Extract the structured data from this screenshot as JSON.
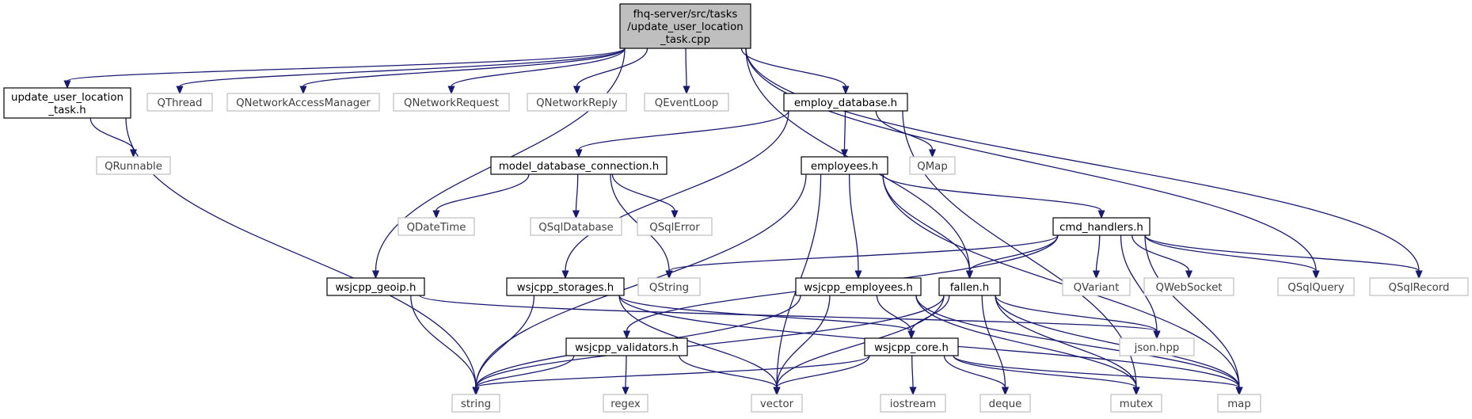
{
  "colors": {
    "edge": "#191970",
    "main_fill": "#bfbfbf",
    "local_border": "#000000",
    "external_border": "#bfbfbf",
    "external_text": "#404040"
  },
  "nodes": {
    "main": {
      "label_lines": [
        "fhq-server/src/tasks",
        "/update_user_location",
        "_task.cpp"
      ]
    },
    "update_user_location_task_h": {
      "label_lines": [
        "update_user_location",
        "_task.h"
      ]
    },
    "qthread": {
      "label": "QThread"
    },
    "qnetworkaccessmanager": {
      "label": "QNetworkAccessManager"
    },
    "qnetworkrequest": {
      "label": "QNetworkRequest"
    },
    "qnetworkreply": {
      "label": "QNetworkReply"
    },
    "qeventloop": {
      "label": "QEventLoop"
    },
    "employ_database_h": {
      "label": "employ_database.h"
    },
    "qrunnable": {
      "label": "QRunnable"
    },
    "model_database_connection_h": {
      "label": "model_database_connection.h"
    },
    "employees_h": {
      "label": "employees.h"
    },
    "qmap": {
      "label": "QMap"
    },
    "qdatetime": {
      "label": "QDateTime"
    },
    "qsqldatabase": {
      "label": "QSqlDatabase"
    },
    "qsqlerror": {
      "label": "QSqlError"
    },
    "cmd_handlers_h": {
      "label": "cmd_handlers.h"
    },
    "wsjcpp_geoip_h": {
      "label": "wsjcpp_geoip.h"
    },
    "wsjcpp_storages_h": {
      "label": "wsjcpp_storages.h"
    },
    "qstring": {
      "label": "QString"
    },
    "wsjcpp_employees_h": {
      "label": "wsjcpp_employees.h"
    },
    "fallen_h": {
      "label": "fallen.h"
    },
    "qvariant": {
      "label": "QVariant"
    },
    "qwebsocket": {
      "label": "QWebSocket"
    },
    "qsqlquery": {
      "label": "QSqlQuery"
    },
    "qsqlrecord": {
      "label": "QSqlRecord"
    },
    "wsjcpp_validators_h": {
      "label": "wsjcpp_validators.h"
    },
    "wsjcpp_core_h": {
      "label": "wsjcpp_core.h"
    },
    "json_hpp": {
      "label": "json.hpp"
    },
    "string": {
      "label": "string"
    },
    "regex": {
      "label": "regex"
    },
    "vector": {
      "label": "vector"
    },
    "iostream": {
      "label": "iostream"
    },
    "deque": {
      "label": "deque"
    },
    "mutex": {
      "label": "mutex"
    },
    "map": {
      "label": "map"
    }
  },
  "edges": [
    [
      "main",
      "update_user_location_task_h"
    ],
    [
      "main",
      "qthread"
    ],
    [
      "main",
      "qnetworkaccessmanager"
    ],
    [
      "main",
      "qnetworkrequest"
    ],
    [
      "main",
      "qnetworkreply"
    ],
    [
      "main",
      "qeventloop"
    ],
    [
      "main",
      "employ_database_h"
    ],
    [
      "main",
      "wsjcpp_geoip_h"
    ],
    [
      "main",
      "fallen_h"
    ],
    [
      "main",
      "qsqlquery"
    ],
    [
      "main",
      "qsqlrecord"
    ],
    [
      "update_user_location_task_h",
      "qrunnable"
    ],
    [
      "update_user_location_task_h",
      "string"
    ],
    [
      "employ_database_h",
      "model_database_connection_h"
    ],
    [
      "employ_database_h",
      "employees_h"
    ],
    [
      "employ_database_h",
      "qmap"
    ],
    [
      "employ_database_h",
      "wsjcpp_storages_h"
    ],
    [
      "employ_database_h",
      "mutex"
    ],
    [
      "model_database_connection_h",
      "qdatetime"
    ],
    [
      "model_database_connection_h",
      "qsqldatabase"
    ],
    [
      "model_database_connection_h",
      "qsqlerror"
    ],
    [
      "model_database_connection_h",
      "qstring"
    ],
    [
      "employees_h",
      "cmd_handlers_h"
    ],
    [
      "employees_h",
      "wsjcpp_employees_h"
    ],
    [
      "employees_h",
      "fallen_h"
    ],
    [
      "employees_h",
      "string"
    ],
    [
      "employees_h",
      "vector"
    ],
    [
      "employees_h",
      "map"
    ],
    [
      "cmd_handlers_h",
      "qstring"
    ],
    [
      "cmd_handlers_h",
      "qvariant"
    ],
    [
      "cmd_handlers_h",
      "qwebsocket"
    ],
    [
      "cmd_handlers_h",
      "qsqlquery"
    ],
    [
      "cmd_handlers_h",
      "qsqlrecord"
    ],
    [
      "cmd_handlers_h",
      "fallen_h"
    ],
    [
      "cmd_handlers_h",
      "wsjcpp_validators_h"
    ],
    [
      "cmd_handlers_h",
      "json_hpp"
    ],
    [
      "cmd_handlers_h",
      "map"
    ],
    [
      "wsjcpp_geoip_h",
      "string"
    ],
    [
      "wsjcpp_geoip_h",
      "json_hpp"
    ],
    [
      "wsjcpp_storages_h",
      "string"
    ],
    [
      "wsjcpp_storages_h",
      "vector"
    ],
    [
      "wsjcpp_storages_h",
      "map"
    ],
    [
      "wsjcpp_storages_h",
      "wsjcpp_core_h"
    ],
    [
      "wsjcpp_employees_h",
      "wsjcpp_core_h"
    ],
    [
      "wsjcpp_employees_h",
      "string"
    ],
    [
      "wsjcpp_employees_h",
      "vector"
    ],
    [
      "wsjcpp_employees_h",
      "mutex"
    ],
    [
      "wsjcpp_employees_h",
      "map"
    ],
    [
      "fallen_h",
      "wsjcpp_core_h"
    ],
    [
      "fallen_h",
      "json_hpp"
    ],
    [
      "fallen_h",
      "string"
    ],
    [
      "fallen_h",
      "vector"
    ],
    [
      "fallen_h",
      "deque"
    ],
    [
      "fallen_h",
      "mutex"
    ],
    [
      "fallen_h",
      "map"
    ],
    [
      "wsjcpp_validators_h",
      "string"
    ],
    [
      "wsjcpp_validators_h",
      "regex"
    ],
    [
      "wsjcpp_validators_h",
      "vector"
    ],
    [
      "wsjcpp_core_h",
      "string"
    ],
    [
      "wsjcpp_core_h",
      "vector"
    ],
    [
      "wsjcpp_core_h",
      "iostream"
    ],
    [
      "wsjcpp_core_h",
      "deque"
    ],
    [
      "wsjcpp_core_h",
      "mutex"
    ],
    [
      "wsjcpp_core_h",
      "map"
    ]
  ]
}
